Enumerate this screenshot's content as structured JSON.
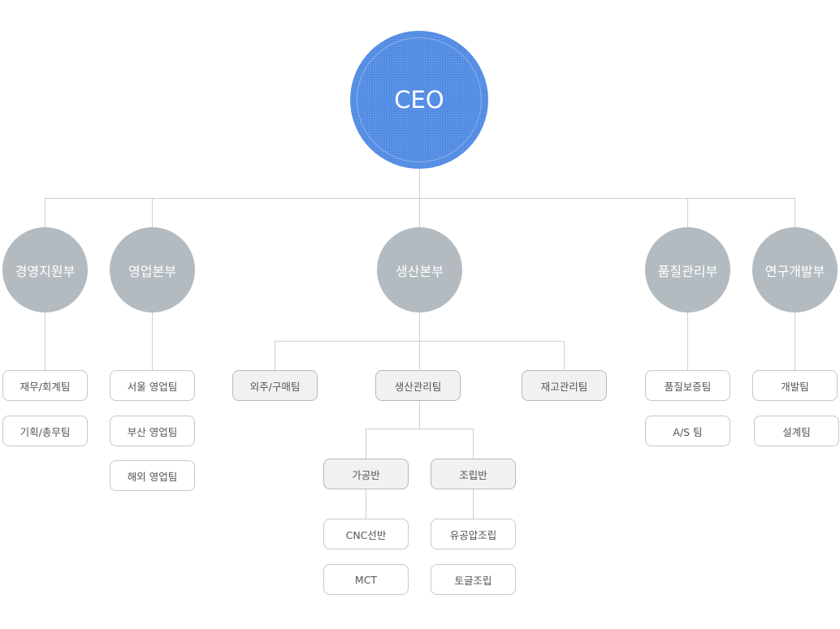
{
  "ceo": "CEO",
  "colors": {
    "ceo": "#4f8ae3",
    "department": "#b3bbc1",
    "line": "#cfcfcf"
  },
  "departments": [
    {
      "name": "경영지원부",
      "teams": [
        "재무/회계팀",
        "기획/총무팀"
      ]
    },
    {
      "name": "영업본부",
      "teams": [
        "서울 영업팀",
        "부산 영업팀",
        "해외 영업팀"
      ]
    },
    {
      "name": "생산본부",
      "teams": [
        "외주/구매팀",
        "생산관리팀",
        "재고관리팀"
      ],
      "sub_units": [
        {
          "name": "가공반",
          "teams": [
            "CNC선반",
            "MCT"
          ]
        },
        {
          "name": "조립반",
          "teams": [
            "유공압조립",
            "토글조립"
          ]
        }
      ]
    },
    {
      "name": "품질관리부",
      "teams": [
        "품질보증팀",
        "A/S 팀"
      ]
    },
    {
      "name": "연구개발부",
      "teams": [
        "개발팀",
        "설계팀"
      ]
    }
  ]
}
